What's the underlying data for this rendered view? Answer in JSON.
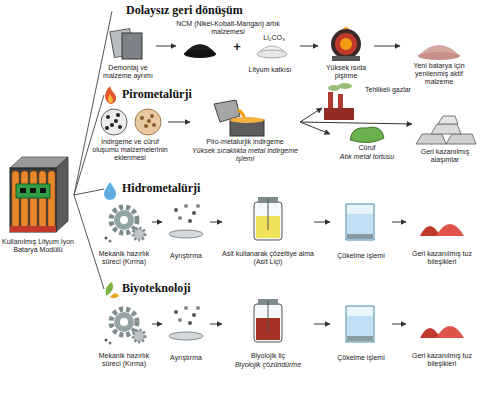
{
  "diagram": {
    "nodes": [
      {
        "text": [
          "Kullanılmış Lityum İyon Batarya Modülü"
        ]
      },
      {
        "text": [
          "Dolaysız geri dönüşüm"
        ]
      },
      {
        "text": [
          "Demontaj ve malzeme ayrımı"
        ]
      },
      {
        "text": [
          "NCM (Nikel-Kobalt-Mangan) artık malzemesi",
          "Li₂CO₃",
          "Lityum katkısı"
        ]
      },
      {
        "text": [
          "Yüksek ısıda pişirme"
        ]
      },
      {
        "text": [
          "Yeni batarya için yenilenmiş aktif malzeme"
        ]
      },
      {
        "text": [
          "Pirometalürji"
        ]
      },
      {
        "text": [
          "İndirgeme ve cüruf oluşumu malzemelerinin eklenmesi"
        ]
      },
      {
        "text": [
          "Piro-metalurjik indirgeme",
          "Yüksek sıcaklıkta metal indirgeme işlemi"
        ]
      },
      {
        "text": [
          "Tehlikeli gazlar"
        ]
      },
      {
        "text": [
          "Cüruf",
          "Atık metal tortusu"
        ]
      },
      {
        "text": [
          "Geri kazanılmış alaşımlar"
        ]
      },
      {
        "text": [
          "Hidrometalürji"
        ]
      },
      {
        "text": [
          "Mekanik hazırlık süreci (Kırma)"
        ]
      },
      {
        "text": [
          "Ayrıştırma"
        ]
      },
      {
        "text": [
          "Asit kullanarak çözeltiye alma (Asit Liçi)"
        ]
      },
      {
        "text": [
          "Çökelme işlemi"
        ]
      },
      {
        "text": [
          "Geri kazanılmış tuz bileşikleri"
        ]
      },
      {
        "text": [
          "Biyoteknoloji"
        ]
      },
      {
        "text": [
          "Mekanik hazırlık süreci (Kırma)"
        ]
      },
      {
        "text": [
          "Ayrıştırma"
        ]
      },
      {
        "text": [
          "Biyolojik liç",
          "Biyolojik çözündürme"
        ]
      },
      {
        "text": [
          "Çökelme işlemi"
        ]
      },
      {
        "text": [
          "Geri kazanılmış tuz bileşikleri"
        ]
      }
    ],
    "edges": [
      {
        "from": 0,
        "to": 1,
        "arrow": "none"
      },
      {
        "from": 0,
        "to": 6,
        "arrow": "none"
      },
      {
        "from": 0,
        "to": 12,
        "arrow": "none"
      },
      {
        "from": 0,
        "to": 18,
        "arrow": "none"
      },
      {
        "from": 2,
        "to": 3,
        "arrow": "to"
      },
      {
        "from": 3,
        "to": 4,
        "arrow": "to"
      },
      {
        "from": 4,
        "to": 5,
        "arrow": "to"
      },
      {
        "from": 7,
        "to": 8,
        "arrow": "to"
      },
      {
        "from": 8,
        "to": 9,
        "arrow": "to"
      },
      {
        "from": 8,
        "to": 10,
        "arrow": "to"
      },
      {
        "from": 8,
        "to": 11,
        "arrow": "to"
      },
      {
        "from": 13,
        "to": 14,
        "arrow": "to"
      },
      {
        "from": 14,
        "to": 15,
        "arrow": "to"
      },
      {
        "from": 15,
        "to": 16,
        "arrow": "to"
      },
      {
        "from": 16,
        "to": 17,
        "arrow": "to"
      },
      {
        "from": 19,
        "to": 20,
        "arrow": "to"
      },
      {
        "from": 20,
        "to": 21,
        "arrow": "to"
      },
      {
        "from": 21,
        "to": 22,
        "arrow": "to"
      },
      {
        "from": 22,
        "to": 23,
        "arrow": "to"
      }
    ],
    "labels": [
      "+"
    ]
  }
}
